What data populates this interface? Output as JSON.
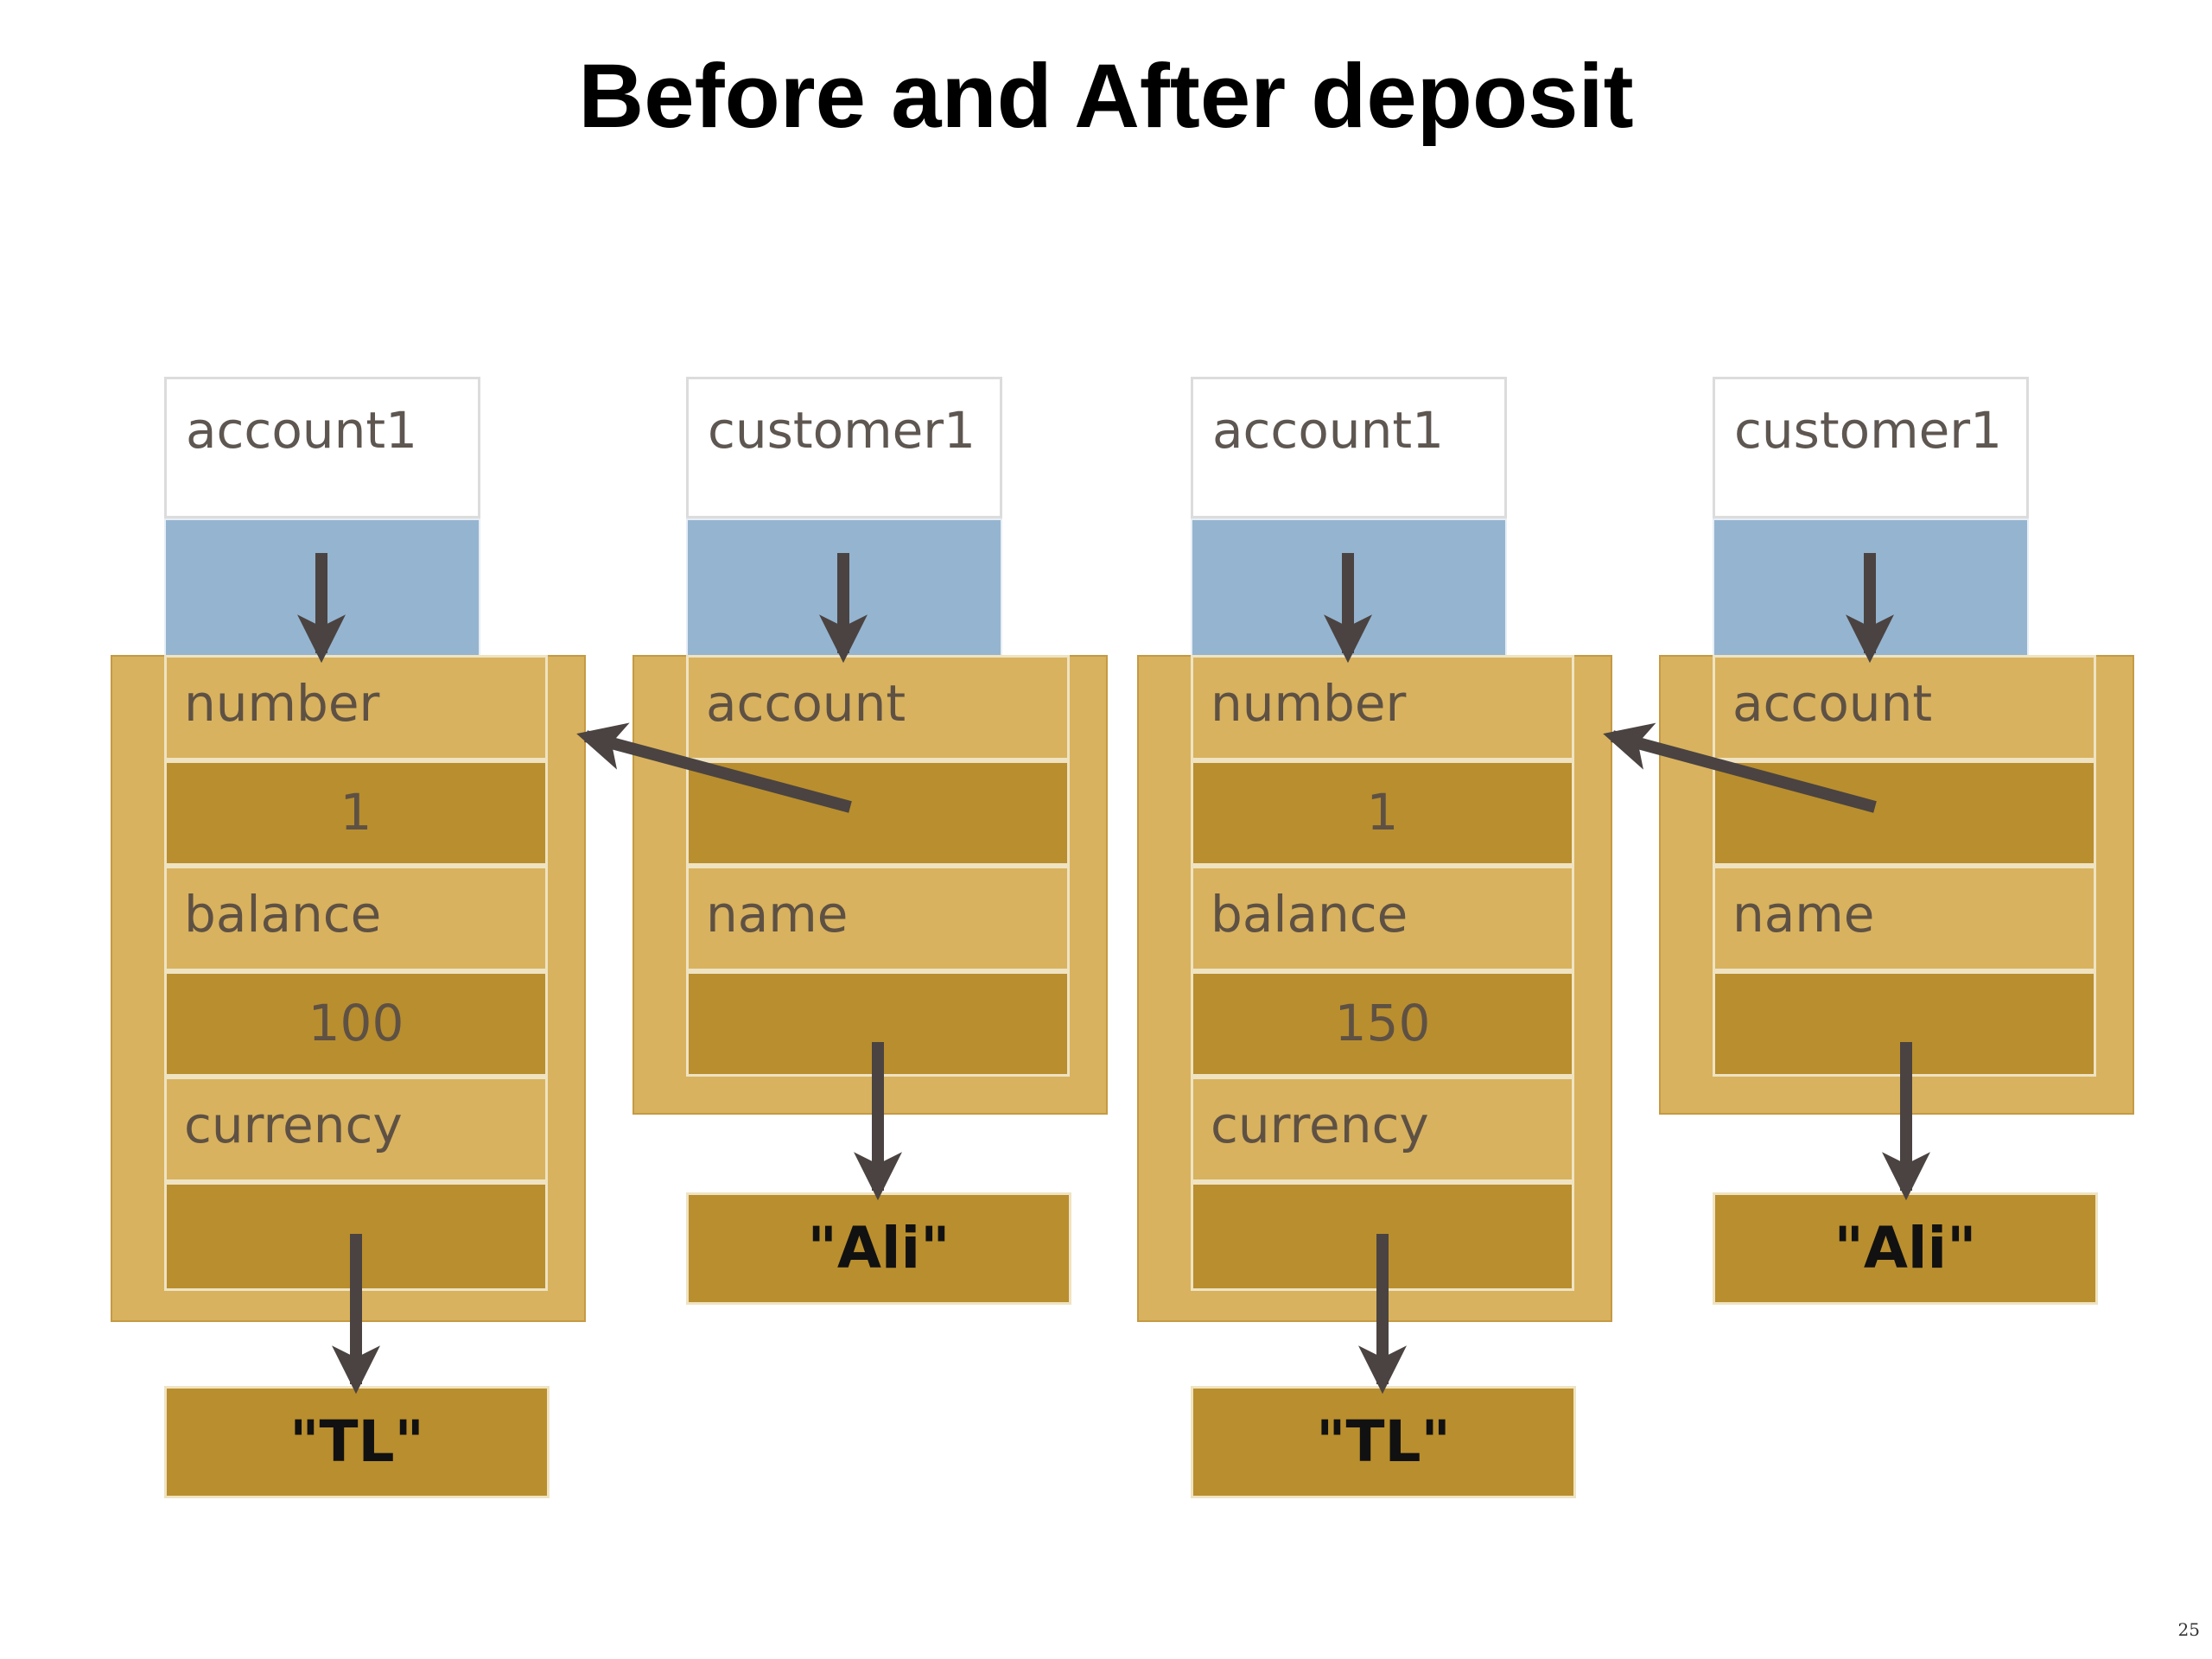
{
  "title": "Before and After deposit",
  "page_number": "25",
  "colors": {
    "frame": "#d8b25e",
    "light_cell": "#d8b25e",
    "dark_cell": "#b98e2e",
    "reference_cell": "#95b4cf",
    "arrow": "#4a4341"
  },
  "before": {
    "account_var": "account1",
    "customer_var": "customer1",
    "account_object": {
      "number_label": "number",
      "number_value": "1",
      "balance_label": "balance",
      "balance_value": "100",
      "currency_label": "currency",
      "currency_string": "\"TL\""
    },
    "customer_object": {
      "account_label": "account",
      "name_label": "name",
      "name_string": "\"Ali\""
    }
  },
  "after": {
    "account_var": "account1",
    "customer_var": "customer1",
    "account_object": {
      "number_label": "number",
      "number_value": "1",
      "balance_label": "balance",
      "balance_value": "150",
      "currency_label": "currency",
      "currency_string": "\"TL\""
    },
    "customer_object": {
      "account_label": "account",
      "name_label": "name",
      "name_string": "\"Ali\""
    }
  }
}
